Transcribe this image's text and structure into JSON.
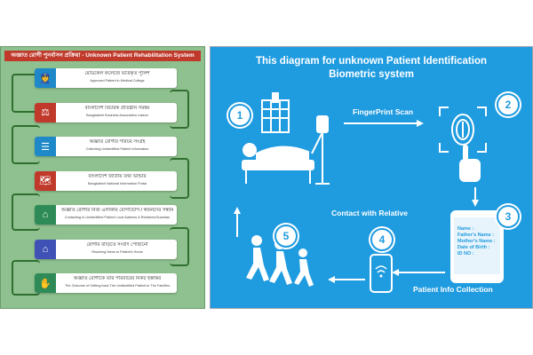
{
  "left_panel": {
    "title": "অজ্ঞাত রোগী পুনর্বাসন প্রক্রিয়া - Unknown Patient Rehabilitation System",
    "steps": [
      {
        "bn": "মেডিকেল কলেজে ভর্তিকৃত পুলিশ",
        "en": "Approved Patient in Medical College",
        "color": "#1e88c8",
        "icon": "police-icon",
        "glyph": "👮"
      },
      {
        "bn": "বাংলাদেশ বিচারক প্রতিষ্ঠান সমন্বয়",
        "en": "Bangladesh Business Association Liaison",
        "color": "#c0392b",
        "icon": "emblem-icon",
        "glyph": "⚖"
      },
      {
        "bn": "অজ্ঞাত রোগীর পরিচয় সংগ্রহ",
        "en": "Collecting Unidentified Patient Information",
        "color": "#1e88c8",
        "icon": "collect-info-icon",
        "glyph": "☰"
      },
      {
        "bn": "বাংলাদেশ জাতীয় তথ্য ভান্ডার",
        "en": "Bangladesh National Information Portal",
        "color": "#c0392b",
        "icon": "bangladesh-map-icon",
        "glyph": "🗺"
      },
      {
        "bn": "অজ্ঞাত রোগীর নিজ এলাকায় যোগাযোগ / স্বজনদের সন্ধান",
        "en": "Contacting to Unidentified Patient Local Address & Relatives/Guardian",
        "color": "#2e8b57",
        "icon": "home-icon",
        "glyph": "⌂"
      },
      {
        "bn": "রোগীর বাড়িতে সংবাদ পৌঁছানো",
        "en": "Reaching News to Patient's Home",
        "color": "#3f51b5",
        "icon": "house-news-icon",
        "glyph": "⌂"
      },
      {
        "bn": "অজ্ঞাত রোগীকে তার পরিবারের নিকট হস্তান্তর",
        "en": "The Outcome of Getting back The Unidentified Patient to The Families",
        "color": "#2e8b57",
        "icon": "handover-icon",
        "glyph": "✋"
      }
    ]
  },
  "right_panel": {
    "title_line1": "This diagram for unknown Patient Identification",
    "title_line2": "Biometric system",
    "steps": [
      "1",
      "2",
      "3",
      "4",
      "5"
    ],
    "labels": {
      "fingerprint": "FingerPrint Scan",
      "contact": "Contact with Relative",
      "patient_info": "Patient Info Collection"
    },
    "phone_fields": [
      "Name :",
      "Father's Name :",
      "Mother's Name :",
      "Date of Birth :",
      "ID NO :"
    ]
  },
  "colors": {
    "left_bg": "#8fc08f",
    "right_bg": "#1f9be0",
    "title_red": "#c0392b"
  }
}
